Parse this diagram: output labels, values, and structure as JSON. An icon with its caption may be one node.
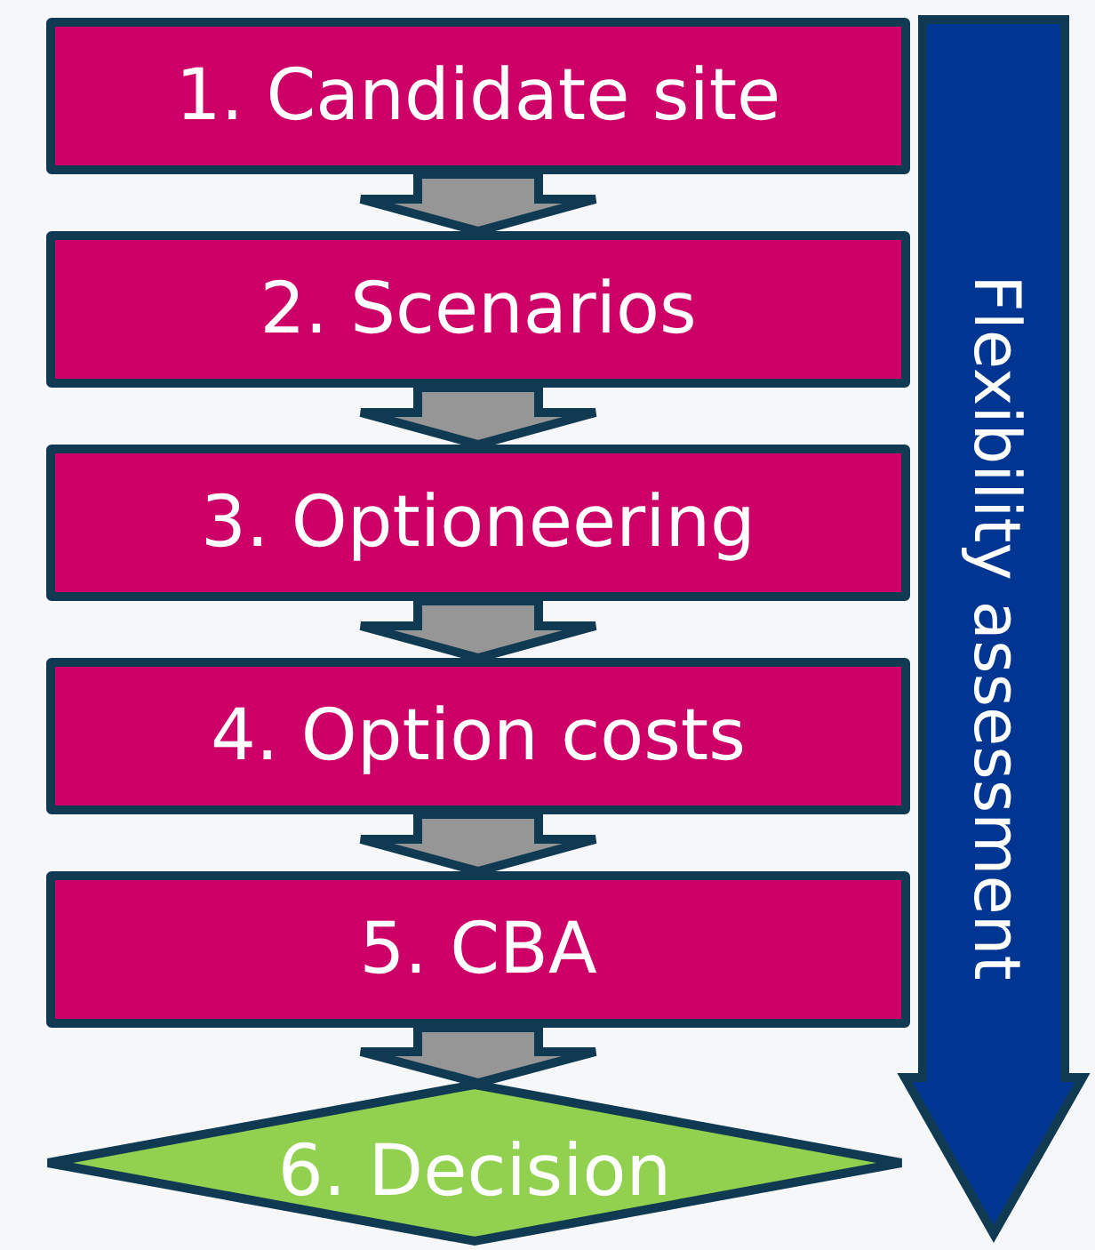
{
  "diagram": {
    "nodes": [
      {
        "text": [
          "1. Candidate site"
        ]
      },
      {
        "text": [
          "2. Scenarios"
        ]
      },
      {
        "text": [
          "3. Optioneering"
        ]
      },
      {
        "text": [
          "4. Option costs"
        ]
      },
      {
        "text": [
          "5. CBA"
        ]
      },
      {
        "text": [
          "6. Decision"
        ]
      },
      {
        "text": [
          "Flexibility assessment"
        ]
      }
    ],
    "edges": [
      {
        "from": 0,
        "to": 1,
        "arrow": "to"
      },
      {
        "from": 1,
        "to": 2,
        "arrow": "to"
      },
      {
        "from": 2,
        "to": 3,
        "arrow": "to"
      },
      {
        "from": 3,
        "to": 4,
        "arrow": "to"
      },
      {
        "from": 4,
        "to": 5,
        "arrow": "to"
      }
    ]
  }
}
